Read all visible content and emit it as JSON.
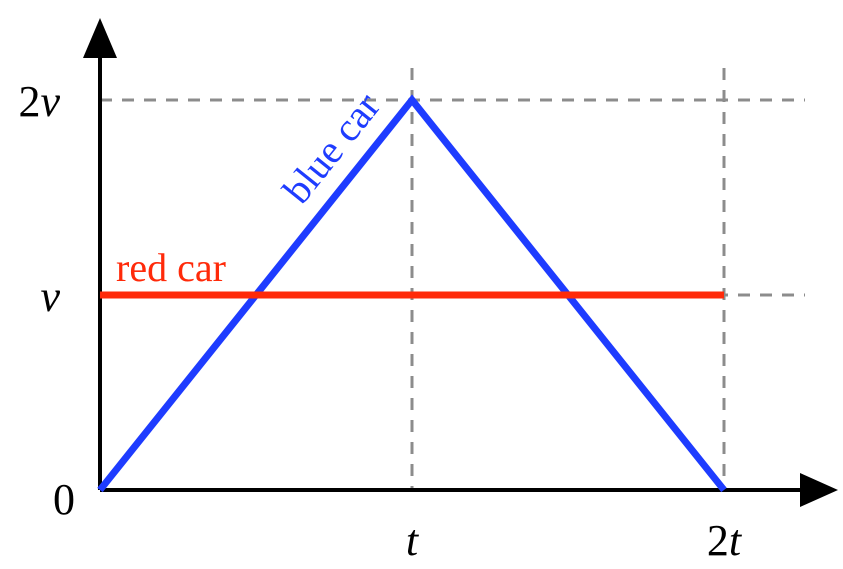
{
  "chart_data": {
    "type": "line",
    "title": "",
    "xlabel": "",
    "ylabel": "",
    "x_ticks": [
      {
        "value": 0,
        "label": "0"
      },
      {
        "value": 1,
        "label": "t"
      },
      {
        "value": 2,
        "label": "2t"
      }
    ],
    "y_ticks": [
      {
        "value": 1,
        "label": "v"
      },
      {
        "value": 2,
        "label": "2v"
      }
    ],
    "xlim": [
      0,
      2.3
    ],
    "ylim": [
      0,
      2.5
    ],
    "reference_lines": {
      "vertical": [
        1,
        2
      ],
      "horizontal": [
        1,
        2
      ],
      "style": "dashed",
      "color": "#8c8c8c"
    },
    "series": [
      {
        "name": "blue car",
        "color": "#1e3cff",
        "x": [
          0,
          1,
          2
        ],
        "y": [
          0,
          2,
          0
        ]
      },
      {
        "name": "red car",
        "color": "#ff2a0a",
        "x": [
          0,
          2
        ],
        "y": [
          1,
          1
        ]
      }
    ],
    "grid": false,
    "legend": "none"
  }
}
